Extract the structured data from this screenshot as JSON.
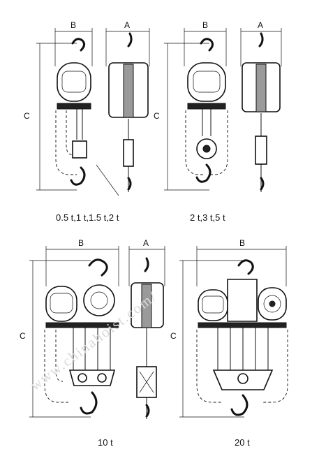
{
  "watermark": "www.chinahoist.com/",
  "dimension_labels": {
    "a": "A",
    "b": "B",
    "c": "C"
  },
  "captions": {
    "hoist_1": "0.5 t,1 t,1.5 t,2 t",
    "hoist_2": "2 t,3 t,5 t",
    "hoist_3": "10 t",
    "hoist_4": "20 t"
  },
  "colors": {
    "line": "#111111",
    "watermark": "#d9d9d9",
    "background": "#ffffff"
  }
}
